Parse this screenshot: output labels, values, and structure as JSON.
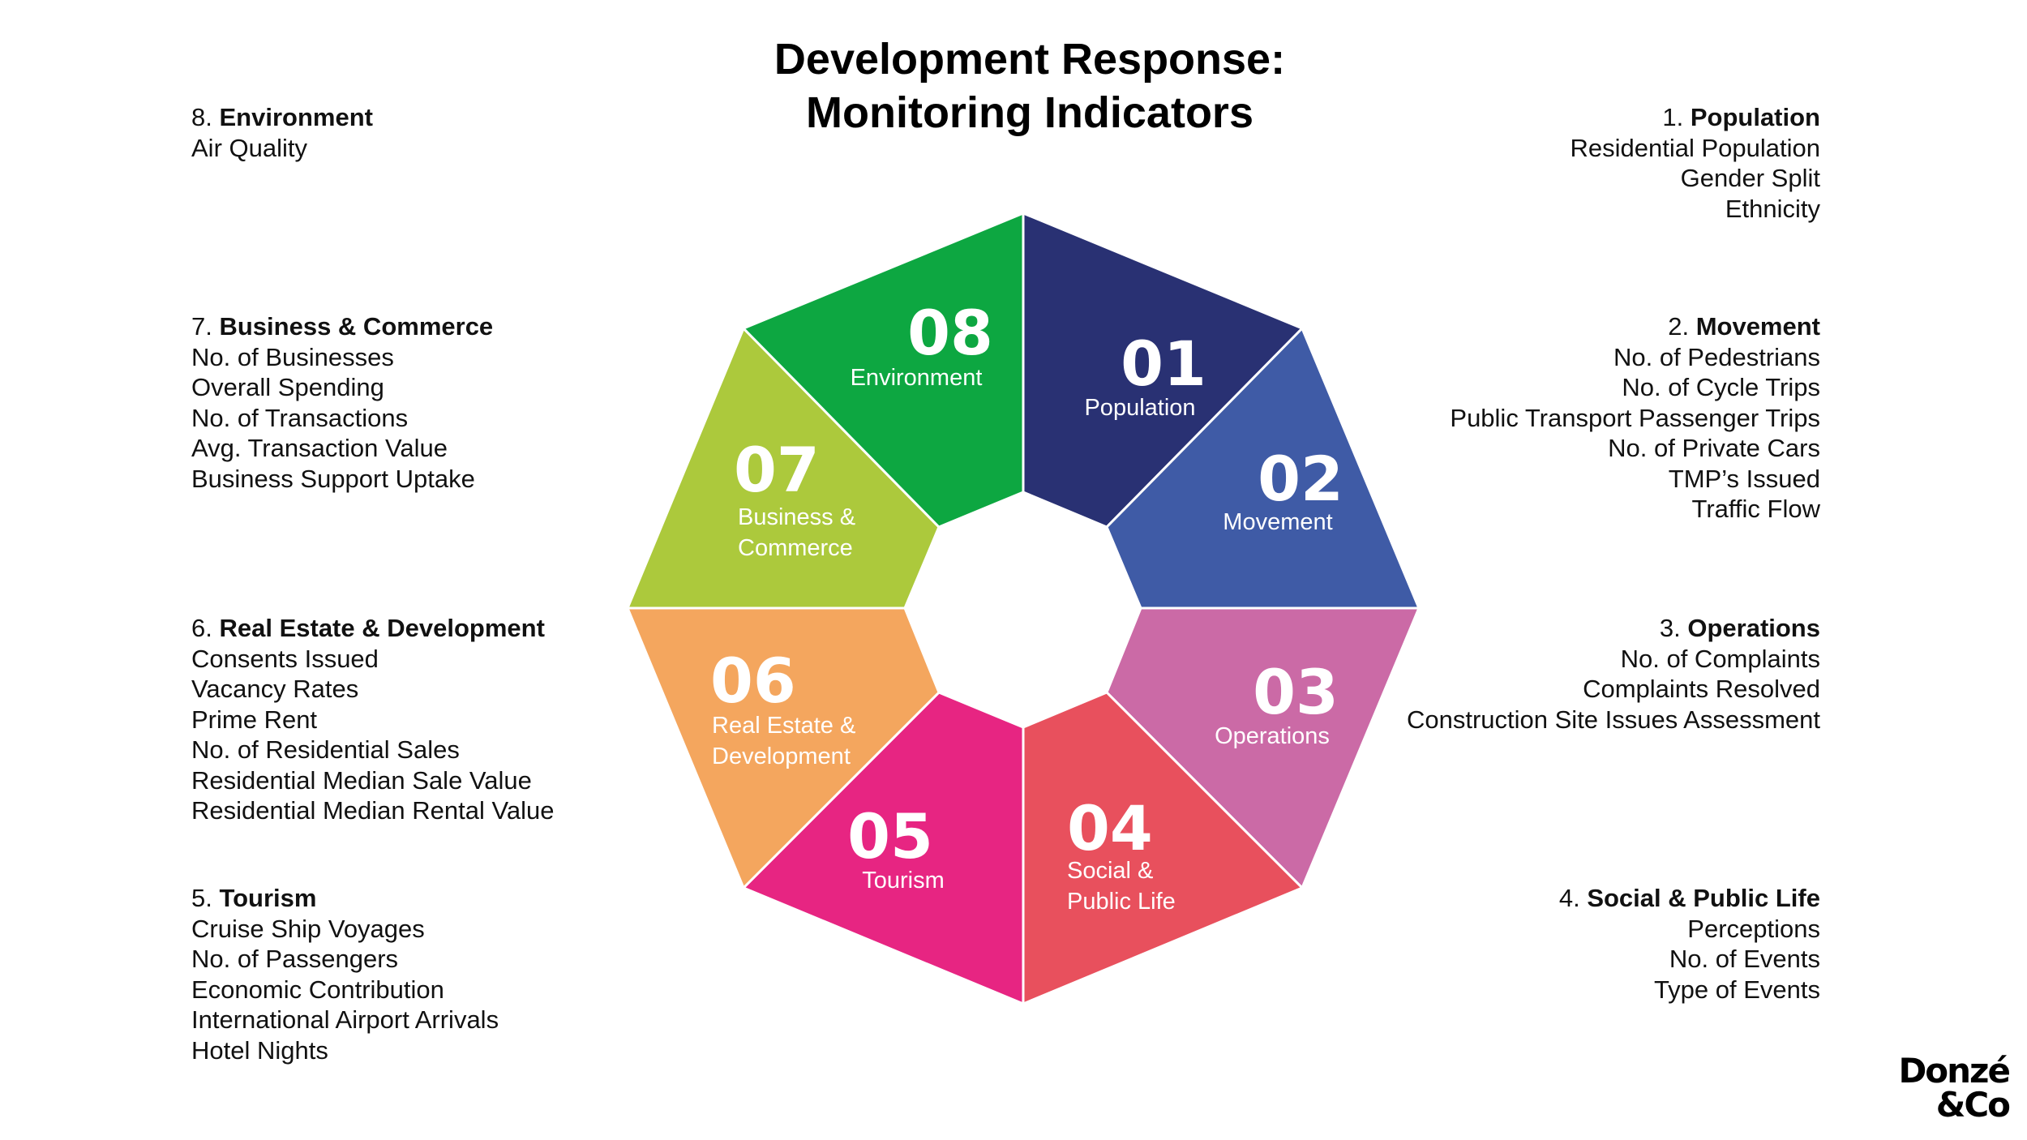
{
  "title": {
    "line1": "Development Response:",
    "line2": "Monitoring Indicators"
  },
  "colors": {
    "population": "#293173",
    "movement": "#3f5ba6",
    "operations": "#cb6aa6",
    "social": "#e8505d",
    "tourism": "#e72582",
    "real_estate": "#f4a65e",
    "business": "#acc93c",
    "environment": "#0da741"
  },
  "segments": [
    {
      "num": "01",
      "label": [
        "Population"
      ]
    },
    {
      "num": "02",
      "label": [
        "Movement"
      ]
    },
    {
      "num": "03",
      "label": [
        "Operations"
      ]
    },
    {
      "num": "04",
      "label": [
        "Social &",
        "Public Life"
      ]
    },
    {
      "num": "05",
      "label": [
        "Tourism"
      ]
    },
    {
      "num": "06",
      "label": [
        "Real Estate &",
        "Development"
      ]
    },
    {
      "num": "07",
      "label": [
        "Business &",
        "Commerce"
      ]
    },
    {
      "num": "08",
      "label": [
        "Environment"
      ]
    }
  ],
  "indicators": [
    {
      "num": "1.",
      "name": "Population",
      "items": [
        "Residential Population",
        "Gender Split",
        "Ethnicity"
      ]
    },
    {
      "num": "2.",
      "name": "Movement",
      "items": [
        "No. of Pedestrians",
        "No. of Cycle Trips",
        "Public Transport Passenger Trips",
        "No. of Private Cars",
        "TMP’s Issued",
        "Traffic Flow"
      ]
    },
    {
      "num": "3.",
      "name": "Operations",
      "items": [
        "No. of Complaints",
        "Complaints Resolved",
        "Construction Site Issues Assessment"
      ]
    },
    {
      "num": "4.",
      "name": "Social & Public Life",
      "items": [
        "Perceptions",
        "No. of Events",
        "Type of Events"
      ]
    },
    {
      "num": "5.",
      "name": "Tourism",
      "items": [
        "Cruise Ship Voyages",
        "No. of Passengers",
        "Economic Contribution",
        "International Airport Arrivals",
        "Hotel Nights"
      ]
    },
    {
      "num": "6.",
      "name": "Real Estate & Development",
      "items": [
        "Consents Issued",
        "Vacancy Rates",
        "Prime Rent",
        "No. of Residential Sales",
        "Residential Median Sale Value",
        "Residential Median Rental Value"
      ]
    },
    {
      "num": "7.",
      "name": "Business & Commerce",
      "items": [
        "No. of Businesses",
        "Overall Spending",
        "No. of Transactions",
        "Avg. Transaction Value",
        "Business Support Uptake"
      ]
    },
    {
      "num": "8.",
      "name": "Environment",
      "items": [
        "Air Quality"
      ]
    }
  ],
  "logo": {
    "line1": "Donzé",
    "line2": "&Co"
  }
}
